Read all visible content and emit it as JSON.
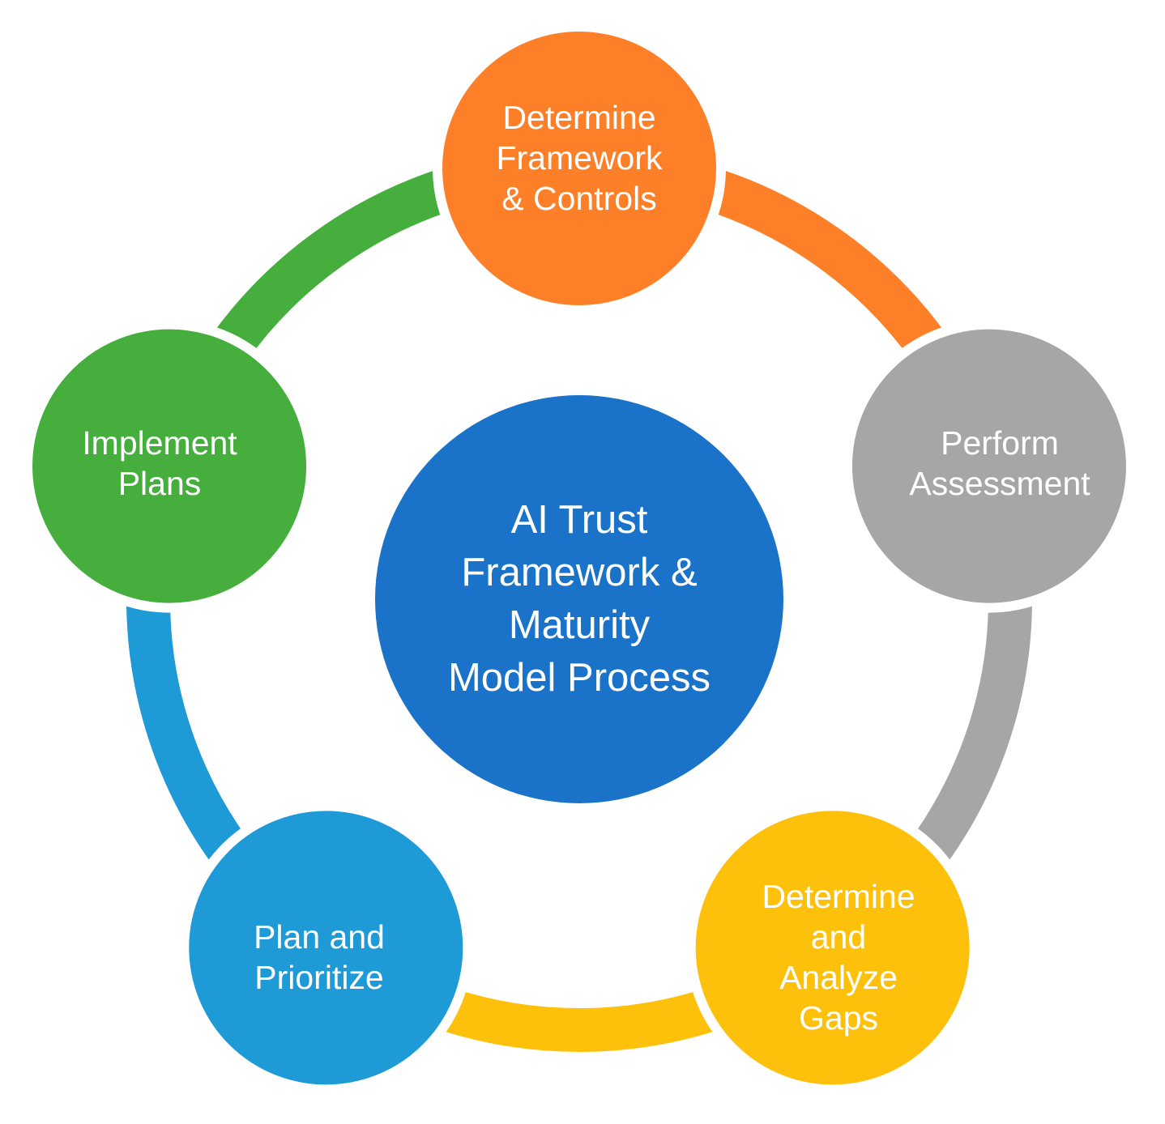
{
  "diagram": {
    "center": {
      "label": "AI Trust\nFramework &\nMaturity\nModel Process",
      "color": "#1a73c8"
    },
    "steps": [
      {
        "label": "Determine\nFramework\n& Controls",
        "color": "#fd7f28"
      },
      {
        "label": "Perform\nAssessment",
        "color": "#a6a6a6"
      },
      {
        "label": "Determine\nand\nAnalyze\nGaps",
        "color": "#fdc10c"
      },
      {
        "label": "Plan and\nPrioritize",
        "color": "#1e9ad7"
      },
      {
        "label": "Implement\nPlans",
        "color": "#45ae3d"
      }
    ]
  }
}
